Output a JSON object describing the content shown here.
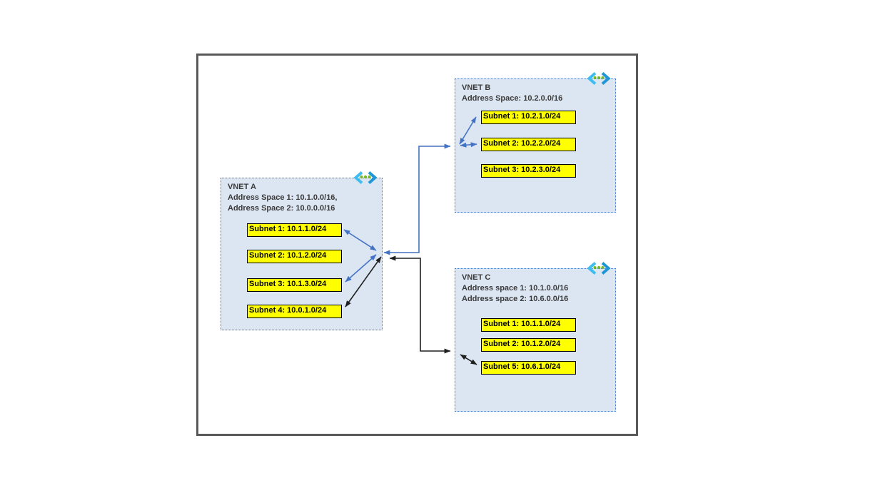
{
  "diagram": {
    "vnets": [
      {
        "title": "VNET A",
        "address_lines": [
          "Address Space 1: 10.1.0.0/16,",
          "Address Space 2: 10.0.0.0/16"
        ],
        "subnets": [
          "Subnet 1: 10.1.1.0/24",
          "Subnet 2: 10.1.2.0/24",
          "Subnet 3: 10.1.3.0/24",
          "Subnet 4: 10.0.1.0/24"
        ],
        "icon": "virtual-network-icon"
      },
      {
        "title": "VNET B",
        "address_lines": [
          "Address Space: 10.2.0.0/16"
        ],
        "subnets": [
          "Subnet 1: 10.2.1.0/24",
          "Subnet 2: 10.2.2.0/24",
          "Subnet 3: 10.2.3.0/24"
        ],
        "icon": "virtual-network-icon"
      },
      {
        "title": "VNET C",
        "address_lines": [
          "Address space 1: 10.1.0.0/16",
          "Address space 2: 10.6.0.0/16"
        ],
        "subnets": [
          "Subnet 1: 10.1.1.0/24",
          "Subnet 2: 10.1.2.0/24",
          "Subnet 5: 10.6.1.0/24"
        ],
        "icon": "virtual-network-icon"
      }
    ],
    "connections": [
      {
        "color": "blue",
        "style": "double-arrow",
        "endpoints": [
          "VNET A: Subnet 1",
          "VNET A: Subnet 3",
          "VNET B: Subnet 1",
          "VNET B: Subnet 2"
        ]
      },
      {
        "color": "black",
        "style": "double-arrow",
        "endpoints": [
          "VNET A: Subnet 4",
          "VNET C: Subnet 5"
        ]
      }
    ],
    "colors": {
      "vnet_fill": "#dce6f2",
      "vnet_border": "#4472c4",
      "subnet_fill": "#ffff00",
      "subnet_border": "#000000",
      "arrow_blue": "#4472c4",
      "arrow_black": "#1f1f1f",
      "frame_border": "#595959",
      "icon_cyan": "#3fbdee",
      "icon_blue": "#2196d6",
      "icon_green": "#76b82a"
    }
  }
}
